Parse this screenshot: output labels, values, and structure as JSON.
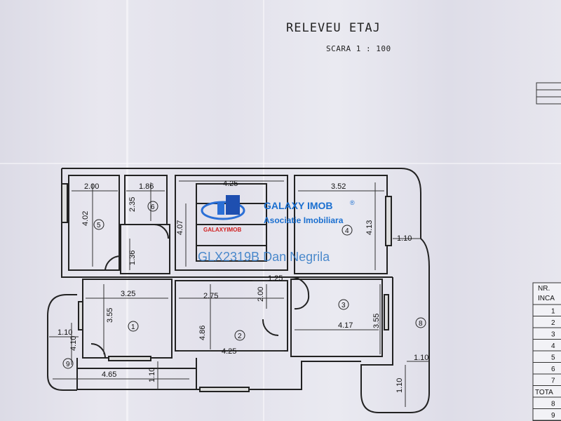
{
  "header": {
    "title": "RELEVEU ETAJ",
    "scale": "SCARA 1 : 100"
  },
  "dimensions": {
    "r5_w": "2.00",
    "r5_h": "4.02",
    "r6_w": "1.86",
    "r6_h": "2.35",
    "hall_w": "1.36",
    "stair_w": "4.25",
    "stair_h": "4.07",
    "r4_w": "3.52",
    "r4_h": "4.13",
    "bal_right_w": "1.10",
    "r1_w": "3.25",
    "r1_h": "3.55",
    "r2_w": "2.75",
    "r2_w2": "4.25",
    "r2_h": "4.86",
    "hall2_w": "1.25",
    "hall2_h": "2.00",
    "r3_w": "4.17",
    "r3_h": "3.55",
    "bal_left_w": "1.10",
    "bal_left_h": "4.10",
    "bottom_w": "4.65",
    "bottom_h": "1.10",
    "bal_br_w": "1.10",
    "bal_br_h": "1.10"
  },
  "rooms": [
    "1",
    "2",
    "3",
    "4",
    "5",
    "6",
    "8",
    "9"
  ],
  "watermark": {
    "brand": "GALAXY IMOB",
    "reg": "®",
    "subtitle": "Asociatie Imobiliara",
    "logo_text": "GALAXYIMOB",
    "code": "GLX2319B Dan Negrila"
  },
  "table": {
    "header1": "NR.",
    "header2": "INCA",
    "rows": [
      "1",
      "2",
      "3",
      "4",
      "5",
      "6",
      "7",
      "TOTA",
      "8",
      "9"
    ]
  }
}
